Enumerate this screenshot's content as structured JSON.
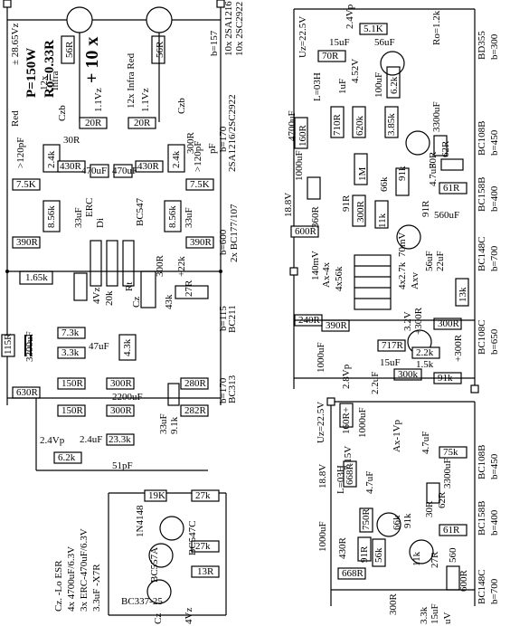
{
  "power_amp": {
    "title_lines": [
      "P=150W",
      "Ro=0.33R",
      "+ 10 x"
    ],
    "supply": "± 28.65Vz",
    "led_note": [
      "12x",
      "Infra",
      "Red"
    ],
    "led_note2": "12x Infra Red",
    "output_transistors": [
      "10x 2SA1216",
      "10x 2SC2922"
    ],
    "output_beta": "b=157",
    "driver_transistors": "2SA1216/2SC2922",
    "driver_beta": "b=170",
    "vas_transistors": "2x BC177/107",
    "vas_beta": "b=600",
    "bias_transistor": "BC211",
    "bias_beta": "b=115",
    "input_transistor": "BC313",
    "input_beta": "b=170",
    "labels": [
      "56R",
      "56R",
      "Czb",
      "Czb",
      "1.1Vz",
      "1.1Vz",
      "20R",
      "20R",
      "30R",
      "300R",
      ">120pF",
      ">120pF",
      "pF",
      "2.4k",
      "2.4k",
      "430R",
      "430R",
      "470uF",
      "470uF",
      "7.5K",
      "7.5K",
      "8.56k",
      "8.56k",
      "33uF",
      "33uF",
      "ERC",
      "Di",
      "BC547",
      "390R",
      "390R",
      "1.65k",
      "20k",
      "4Vz",
      "Rt",
      "Cz",
      "300R",
      "+22k",
      "43k",
      "27R",
      "3300uF",
      "115R",
      "7.3k",
      "3.3k",
      "47uF",
      "4.3k",
      "630R",
      "150R",
      "150R",
      "300R",
      "300R",
      "2200uF",
      "280R",
      "282R",
      "9.1k",
      "33uF",
      "23.3k",
      "2.4Vp",
      "2.4uF",
      "6.2k",
      "51pF"
    ]
  },
  "preamp": {
    "supply_top": "Uz=22.5V",
    "supply_mid": "Uz=22.5V",
    "ro": "Ro=1.2k",
    "vp": "2.4Vp",
    "vp2": "2.8Vp",
    "transistors_top": [
      "BD355",
      "BC108B",
      "BC158B",
      "BC148C",
      "BC108C"
    ],
    "betas_top": [
      "b=300",
      "b=450",
      "b=400",
      "b=700",
      "b=650"
    ],
    "transistors_bottom": [
      "BC108B",
      "BC158B",
      "BC148C"
    ],
    "betas_bottom": [
      "b=450",
      "b=400",
      "b=700"
    ],
    "labels_top": [
      "5.1K",
      "56uF",
      "15uF",
      "70R",
      "6.2k",
      "4.52V",
      "100uF",
      "1uF",
      "L=03H",
      "710R",
      "620k",
      "3.85k",
      "3300uF",
      "62R",
      "30R",
      "160R",
      "4700uF",
      "1000uF",
      "18.8V",
      "91k",
      "1M",
      "4.7uF",
      "61R",
      "360R",
      "91R",
      "66k",
      "300R",
      "11k",
      "91R",
      "560uF",
      "600R",
      "70mV",
      "140mV",
      "Ax-4x",
      "4x56k",
      "4x2.7k",
      "Axv",
      "56uF",
      "22uF",
      "13k",
      "240R",
      "390R",
      "3.2V",
      "+300R",
      "1000uF",
      "717R",
      "2.2k",
      "15uF",
      "300R",
      "1.5k",
      "+300R",
      "300k",
      "91k",
      "2.2uF"
    ],
    "labels_bottom": [
      "160R+",
      "1000uF",
      "7.15V",
      "Ax-1Vp",
      "4.7uF",
      "75k",
      "18.8V",
      "L=03H",
      "668R",
      "4.7uF",
      "3300uF",
      "62R",
      "30R",
      "750R",
      "91k",
      "66k",
      "1000uF",
      "430R",
      "91R",
      "56k",
      "61R",
      "11k",
      "27R",
      "560",
      "668R",
      "300R",
      "3.3k",
      "15uF",
      "uV",
      "600R"
    ]
  },
  "notes": {
    "cz": [
      "Cz. -Lo ESR",
      "4x 4700uF/6.3V",
      "3x ERC-470uF/6.3V",
      "3.3uF -X7R"
    ],
    "bias_ckt": [
      "19K",
      "27k",
      "1N4148",
      "BC547C",
      "27k",
      "BC557A",
      "13R",
      "BC337-25",
      "4Vz",
      "Cz"
    ]
  }
}
